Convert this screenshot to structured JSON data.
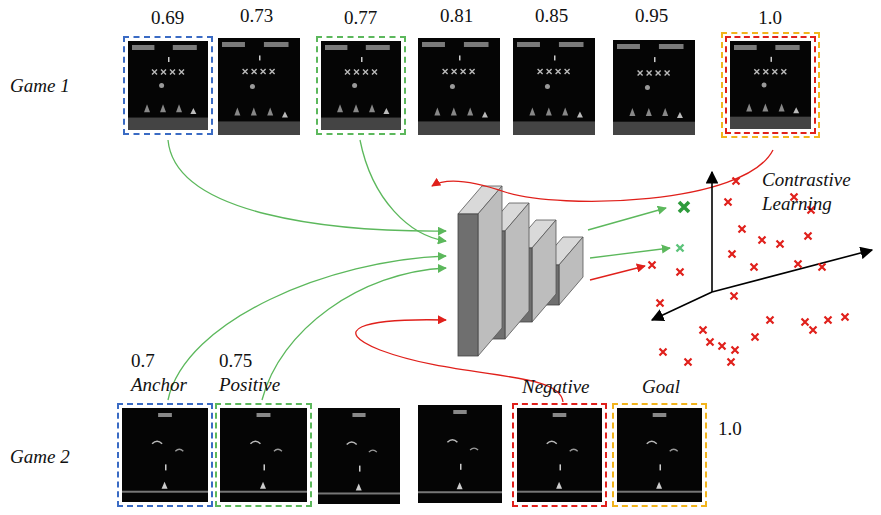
{
  "diagram": {
    "nodes": [
      {
        "text": [
          "0.69"
        ]
      },
      {
        "text": [
          "0.73"
        ]
      },
      {
        "text": [
          "0.77"
        ]
      },
      {
        "text": [
          "0.81"
        ]
      },
      {
        "text": [
          "0.85"
        ]
      },
      {
        "text": [
          "0.95"
        ]
      },
      {
        "text": [
          "1.0"
        ]
      },
      {
        "text": [
          "0.7",
          "Anchor"
        ]
      },
      {
        "text": [
          "0.75",
          "Positive"
        ]
      },
      {
        "text": [
          "Negative"
        ]
      },
      {
        "text": [
          "Goal",
          "1.0"
        ]
      }
    ],
    "labels": [
      "Game 1",
      "Game 2",
      "Contrastive Learning"
    ]
  }
}
